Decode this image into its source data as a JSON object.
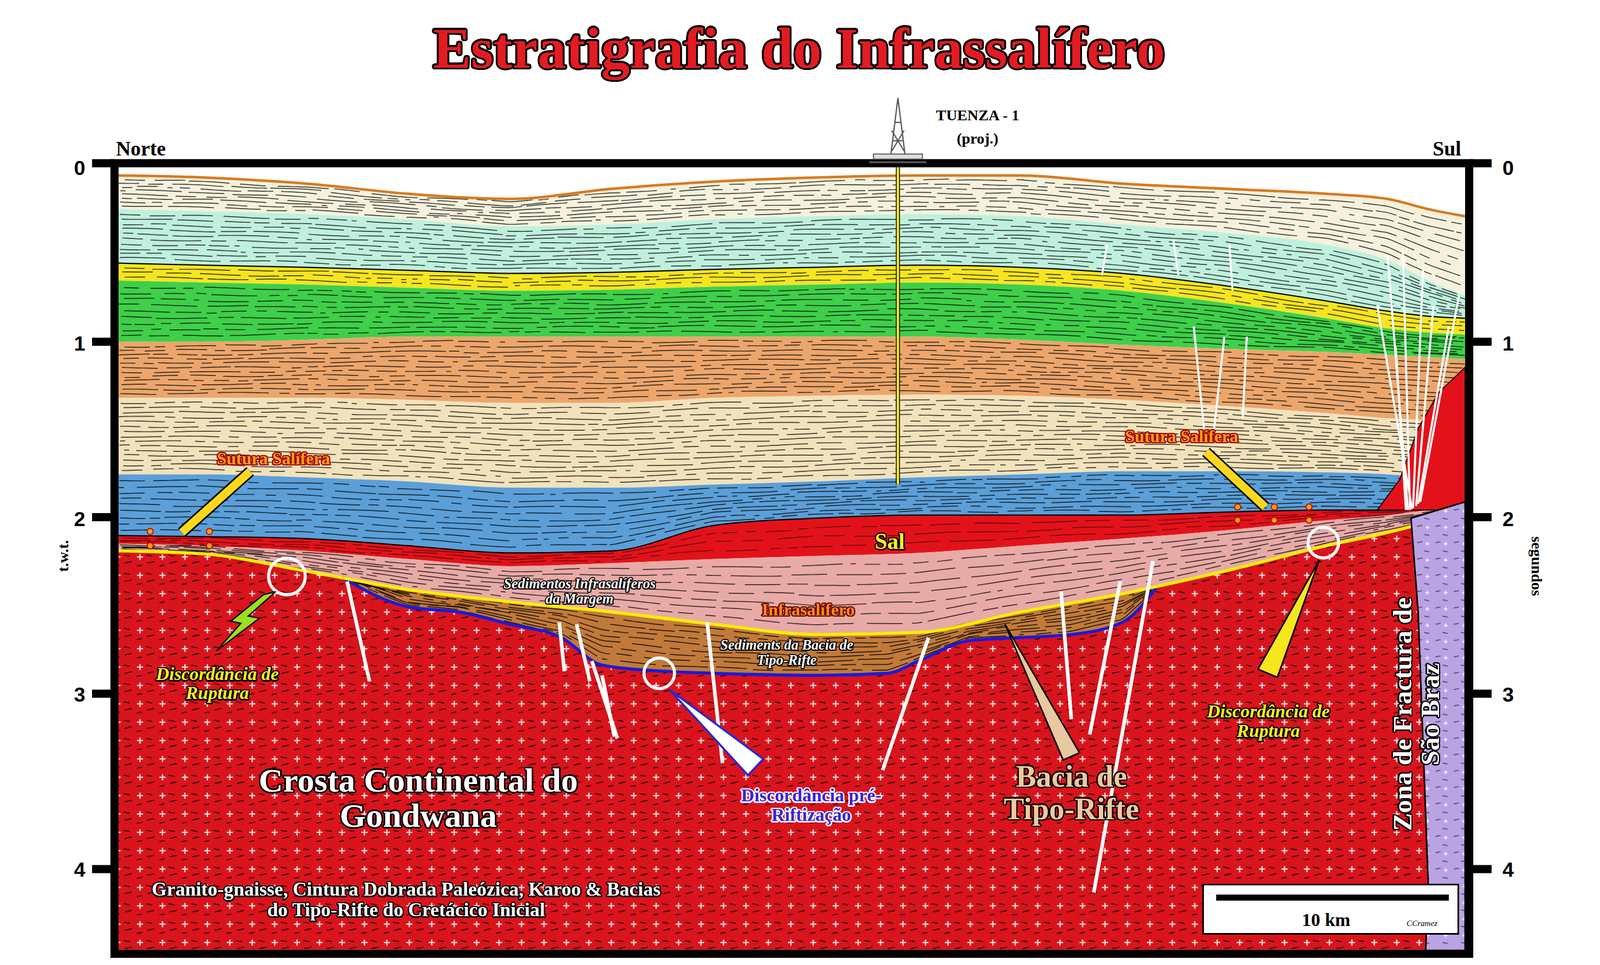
{
  "diagram": {
    "title": "Estratigrafia do Infrassalífero",
    "nodes": [
      {
        "text": [
          "10 km",
          "CCramez"
        ]
      }
    ],
    "labels": [
      "Norte",
      "Sul",
      "TUENZA - 1",
      "(proj.)",
      "0",
      "1",
      "2",
      "3",
      "4",
      "0",
      "1",
      "2",
      "3",
      "4",
      "t.w.t.",
      "segundos",
      "Sutura Salífera",
      "Sutura Salífera",
      "Sal",
      "Sedimentos Infrasalíferos da Margem",
      "Infrasalífero",
      "Sediments da Bacia de Tipo-Rifte",
      "Discordância de Ruptura",
      "Discordância de Ruptura",
      "Discordância pré-Riftização",
      "Bacia de Tipo-Rifte",
      "Crosta Continental do Gondwana",
      "Granito-gnaisse, Cintura Dobrada Paleózica, Karoo & Bacias do Tipo-Rifte do Cretácico Inicial",
      "Zona de Fractura de São Braz"
    ]
  }
}
